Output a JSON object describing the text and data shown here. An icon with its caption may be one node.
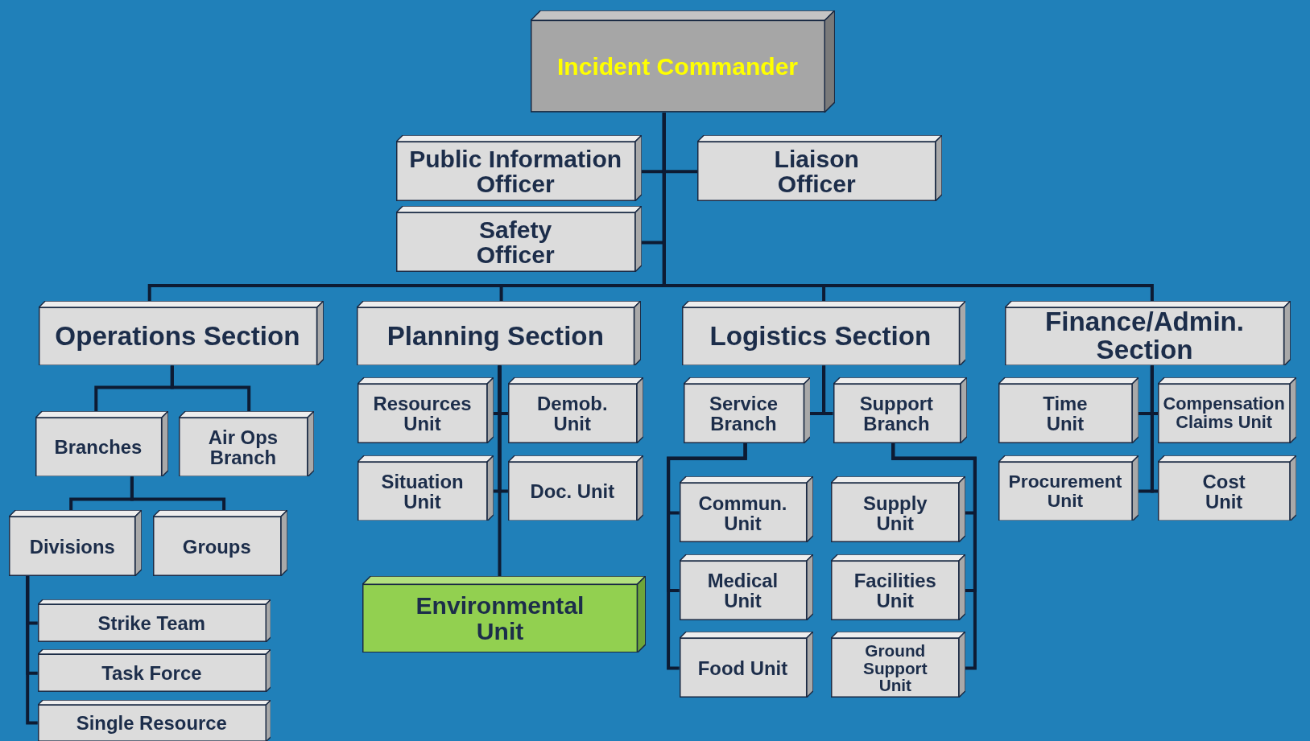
{
  "diagram": {
    "nodes": [
      {
        "text": [
          "Incident Commander"
        ]
      },
      {
        "text": [
          "Public Information Officer"
        ]
      },
      {
        "text": [
          "Liaison Officer"
        ]
      },
      {
        "text": [
          "Safety Officer"
        ]
      },
      {
        "text": [
          "Operations Section"
        ]
      },
      {
        "text": [
          "Planning Section"
        ]
      },
      {
        "text": [
          "Logistics Section"
        ]
      },
      {
        "text": [
          "Finance/Admin. Section"
        ]
      },
      {
        "text": [
          "Branches"
        ]
      },
      {
        "text": [
          "Air Ops Branch"
        ]
      },
      {
        "text": [
          "Divisions"
        ]
      },
      {
        "text": [
          "Groups"
        ]
      },
      {
        "text": [
          "Strike Team"
        ]
      },
      {
        "text": [
          "Task Force"
        ]
      },
      {
        "text": [
          "Single Resource"
        ]
      },
      {
        "text": [
          "Resources Unit"
        ]
      },
      {
        "text": [
          "Demob. Unit"
        ]
      },
      {
        "text": [
          "Situation Unit"
        ]
      },
      {
        "text": [
          "Doc. Unit"
        ]
      },
      {
        "text": [
          "Environmental Unit"
        ]
      },
      {
        "text": [
          "Service Branch"
        ]
      },
      {
        "text": [
          "Support Branch"
        ]
      },
      {
        "text": [
          "Commun. Unit"
        ]
      },
      {
        "text": [
          "Supply Unit"
        ]
      },
      {
        "text": [
          "Medical Unit"
        ]
      },
      {
        "text": [
          "Facilities Unit"
        ]
      },
      {
        "text": [
          "Food Unit"
        ]
      },
      {
        "text": [
          "Ground Support Unit"
        ]
      },
      {
        "text": [
          "Time Unit"
        ]
      },
      {
        "text": [
          "Compensation Claims Unit"
        ]
      },
      {
        "text": [
          "Procurement Unit"
        ]
      },
      {
        "text": [
          "Cost Unit"
        ]
      }
    ],
    "edges": [
      {
        "from": 0,
        "to": 1,
        "arrow": "none"
      },
      {
        "from": 0,
        "to": 2,
        "arrow": "none"
      },
      {
        "from": 0,
        "to": 3,
        "arrow": "none"
      },
      {
        "from": 0,
        "to": 4,
        "arrow": "none"
      },
      {
        "from": 0,
        "to": 5,
        "arrow": "none"
      },
      {
        "from": 0,
        "to": 6,
        "arrow": "none"
      },
      {
        "from": 0,
        "to": 7,
        "arrow": "none"
      },
      {
        "from": 4,
        "to": 8,
        "arrow": "none"
      },
      {
        "from": 4,
        "to": 9,
        "arrow": "none"
      },
      {
        "from": 8,
        "to": 10,
        "arrow": "none"
      },
      {
        "from": 8,
        "to": 11,
        "arrow": "none"
      },
      {
        "from": 10,
        "to": 12,
        "arrow": "none"
      },
      {
        "from": 10,
        "to": 13,
        "arrow": "none"
      },
      {
        "from": 10,
        "to": 14,
        "arrow": "none"
      },
      {
        "from": 5,
        "to": 15,
        "arrow": "none"
      },
      {
        "from": 5,
        "to": 16,
        "arrow": "none"
      },
      {
        "from": 5,
        "to": 17,
        "arrow": "none"
      },
      {
        "from": 5,
        "to": 18,
        "arrow": "none"
      },
      {
        "from": 5,
        "to": 19,
        "arrow": "none"
      },
      {
        "from": 6,
        "to": 20,
        "arrow": "none"
      },
      {
        "from": 6,
        "to": 21,
        "arrow": "none"
      },
      {
        "from": 20,
        "to": 22,
        "arrow": "none"
      },
      {
        "from": 20,
        "to": 24,
        "arrow": "none"
      },
      {
        "from": 20,
        "to": 26,
        "arrow": "none"
      },
      {
        "from": 21,
        "to": 23,
        "arrow": "none"
      },
      {
        "from": 21,
        "to": 25,
        "arrow": "none"
      },
      {
        "from": 21,
        "to": 27,
        "arrow": "none"
      },
      {
        "from": 7,
        "to": 28,
        "arrow": "none"
      },
      {
        "from": 7,
        "to": 29,
        "arrow": "none"
      },
      {
        "from": 7,
        "to": 30,
        "arrow": "none"
      },
      {
        "from": 7,
        "to": 31,
        "arrow": "none"
      }
    ]
  }
}
